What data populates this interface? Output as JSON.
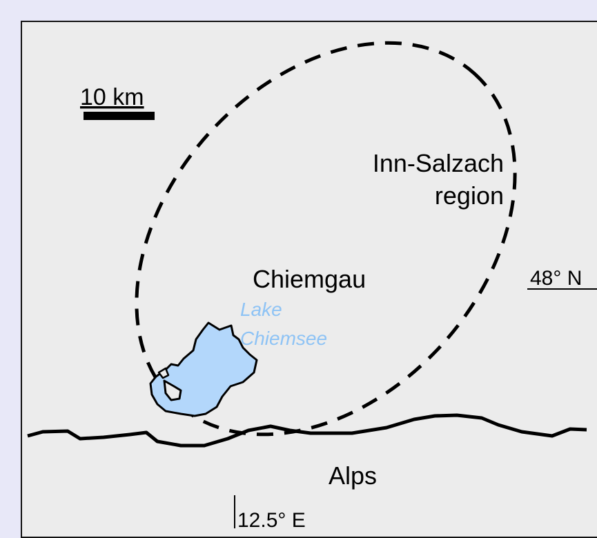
{
  "map": {
    "scale_bar_label": "10 km",
    "region_label_line1": "Inn-Salzach",
    "region_label_line2": "region",
    "chiemgau_label": "Chiemgau",
    "lake_label_line1": "Lake",
    "lake_label_line2": "Chiemsee",
    "latitude_label": "48° N",
    "longitude_label": "12.5° E",
    "mountains_label": "Alps"
  },
  "colors": {
    "background": "#e8e8f8",
    "map_fill": "#ececec",
    "lake_fill": "#b3d7fb",
    "lake_label": "#8ec3f5",
    "ink": "#000000"
  }
}
